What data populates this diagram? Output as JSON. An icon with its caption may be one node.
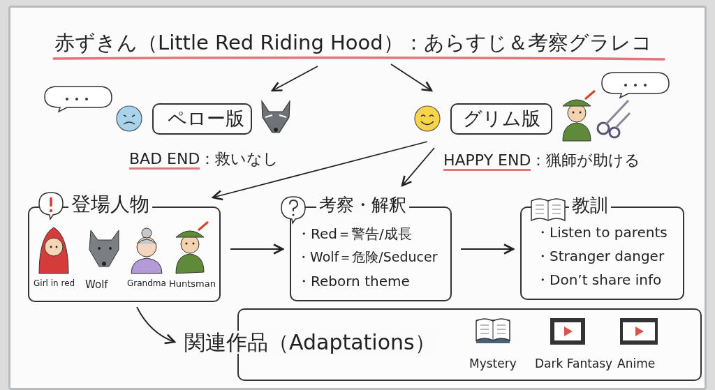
{
  "diagram": {
    "nodes": [
      {
        "text": [
          "赤ずきん（Little Red Riding Hood）：あらすじ＆考察グラレコ"
        ]
      },
      {
        "text": [
          "ペロー版"
        ],
        "beside": [
          "BAD END：救いなし"
        ]
      },
      {
        "text": [
          "グリム版"
        ],
        "beside": [
          "HAPPY END：猟師が助ける"
        ]
      },
      {
        "text": [
          "登場人物",
          "Girl in red",
          "Wolf",
          "Grandma",
          "Huntsman"
        ]
      },
      {
        "text": [
          "考察・解釈",
          "・Red＝警告/成長",
          "・Wolf＝危険/Seducer",
          "・Reborn theme"
        ]
      },
      {
        "text": [
          "教訓",
          "・Listen to parents",
          "・Stranger danger",
          "・Don’t share info"
        ]
      },
      {
        "text": [
          "関連作品（Adaptations）",
          "Mystery",
          "Dark Fantasy",
          "Anime"
        ]
      }
    ],
    "edges": [
      {
        "from": 0,
        "to": 1,
        "arrow": "to"
      },
      {
        "from": 0,
        "to": 2,
        "arrow": "to"
      },
      {
        "from": 2,
        "to": 3,
        "arrow": "to"
      },
      {
        "from": 2,
        "to": 4,
        "arrow": "to"
      },
      {
        "from": 3,
        "to": 4,
        "arrow": "to"
      },
      {
        "from": 4,
        "to": 5,
        "arrow": "to"
      },
      {
        "from": 3,
        "to": 6,
        "arrow": "to"
      }
    ]
  }
}
